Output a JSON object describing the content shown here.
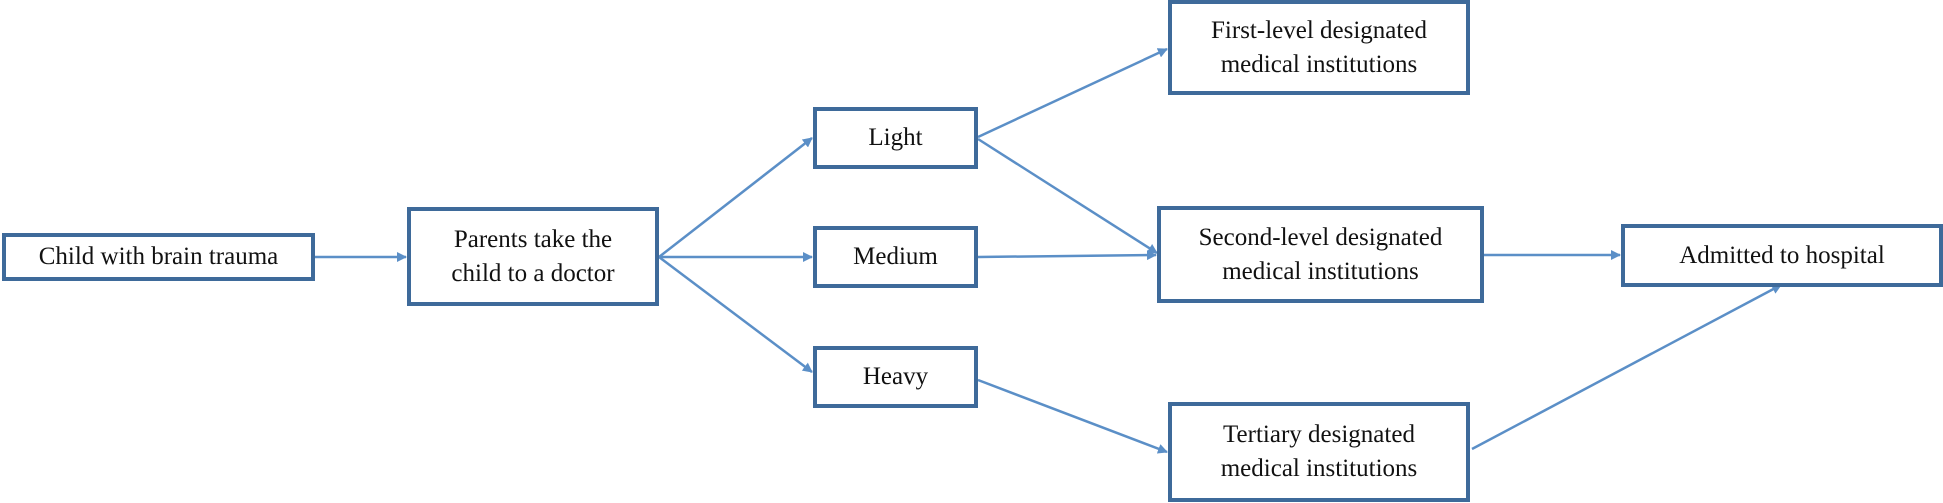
{
  "nodes": {
    "child": "Child with brain trauma",
    "parents": [
      "Parents take the",
      "child to a doctor"
    ],
    "light": "Light",
    "medium": "Medium",
    "heavy": "Heavy",
    "first_level": [
      "First-level designated",
      "medical institutions"
    ],
    "second_level": [
      "Second-level designated",
      "medical institutions"
    ],
    "tertiary": [
      "Tertiary designated",
      "medical institutions"
    ],
    "admitted": "Admitted to hospital"
  },
  "colors": {
    "box_border": "#3e6a9a",
    "arrow": "#5b8fc7"
  }
}
